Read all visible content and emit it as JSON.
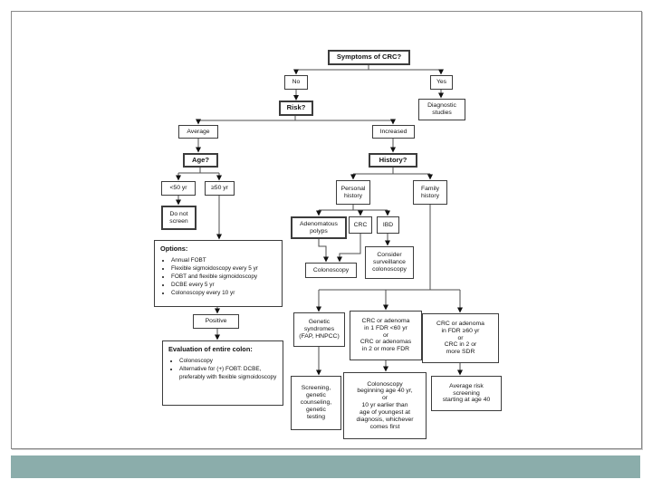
{
  "slide": {
    "accent_color": "#8badab",
    "frame_border_color": "#8a8a8a"
  },
  "flowchart": {
    "nodes": {
      "symptoms": "Symptoms of CRC?",
      "no": "No",
      "yes": "Yes",
      "risk": "Risk?",
      "diagnostic": "Diagnostic\nstudies",
      "average": "Average",
      "increased": "Increased",
      "age": "Age?",
      "history": "History?",
      "under50": "<50 yr",
      "over50": "≥50 yr",
      "do_not_screen": "Do not\nscreen",
      "personal_history": "Personal\nhistory",
      "family_history": "Family\nhistory",
      "adenomatous_polyps": "Adenomatous\npolyps",
      "crc": "CRC",
      "ibd": "IBD",
      "colonoscopy": "Colonoscopy",
      "consider_surveillance": "Consider\nsurveillance\ncolonoscopy",
      "positive": "Positive",
      "genetic_syndromes": "Genetic\nsyndromes\n(FAP, HNPCC)",
      "crc_adenoma_young_fdr": "CRC or adenoma\nin 1 FDR <60 yr\nor\nCRC or adenomas\nin 2 or more FDR",
      "crc_adenoma_older_fdr": "CRC or adenoma\nin FDR ≥60 yr\nor\nCRC in 2 or\nmore SDR",
      "screening_genetic": "Screening,\ngenetic\ncounseling,\ngenetic\ntesting",
      "colonoscopy_age40": "Colonoscopy\nbeginning age 40 yr,\nor\n10 yr earlier than\nage of youngest at\ndiagnosis, whichever\ncomes first",
      "average_risk_40": "Average risk\nscreening\nstarting at age 40"
    },
    "options_box": {
      "title": "Options:",
      "items": [
        "Annual FOBT",
        "Flexible sigmoidoscopy every 5 yr",
        "FOBT and flexible sigmoidoscopy",
        "DCBE every 5 yr",
        "Colonoscopy every 10 yr"
      ]
    },
    "evaluation_box": {
      "title": "Evaluation of entire colon:",
      "items": [
        "Colonoscopy",
        "Alternative for (+) FOBT: DCBE, preferably with flexible sigmoidoscopy"
      ]
    }
  }
}
